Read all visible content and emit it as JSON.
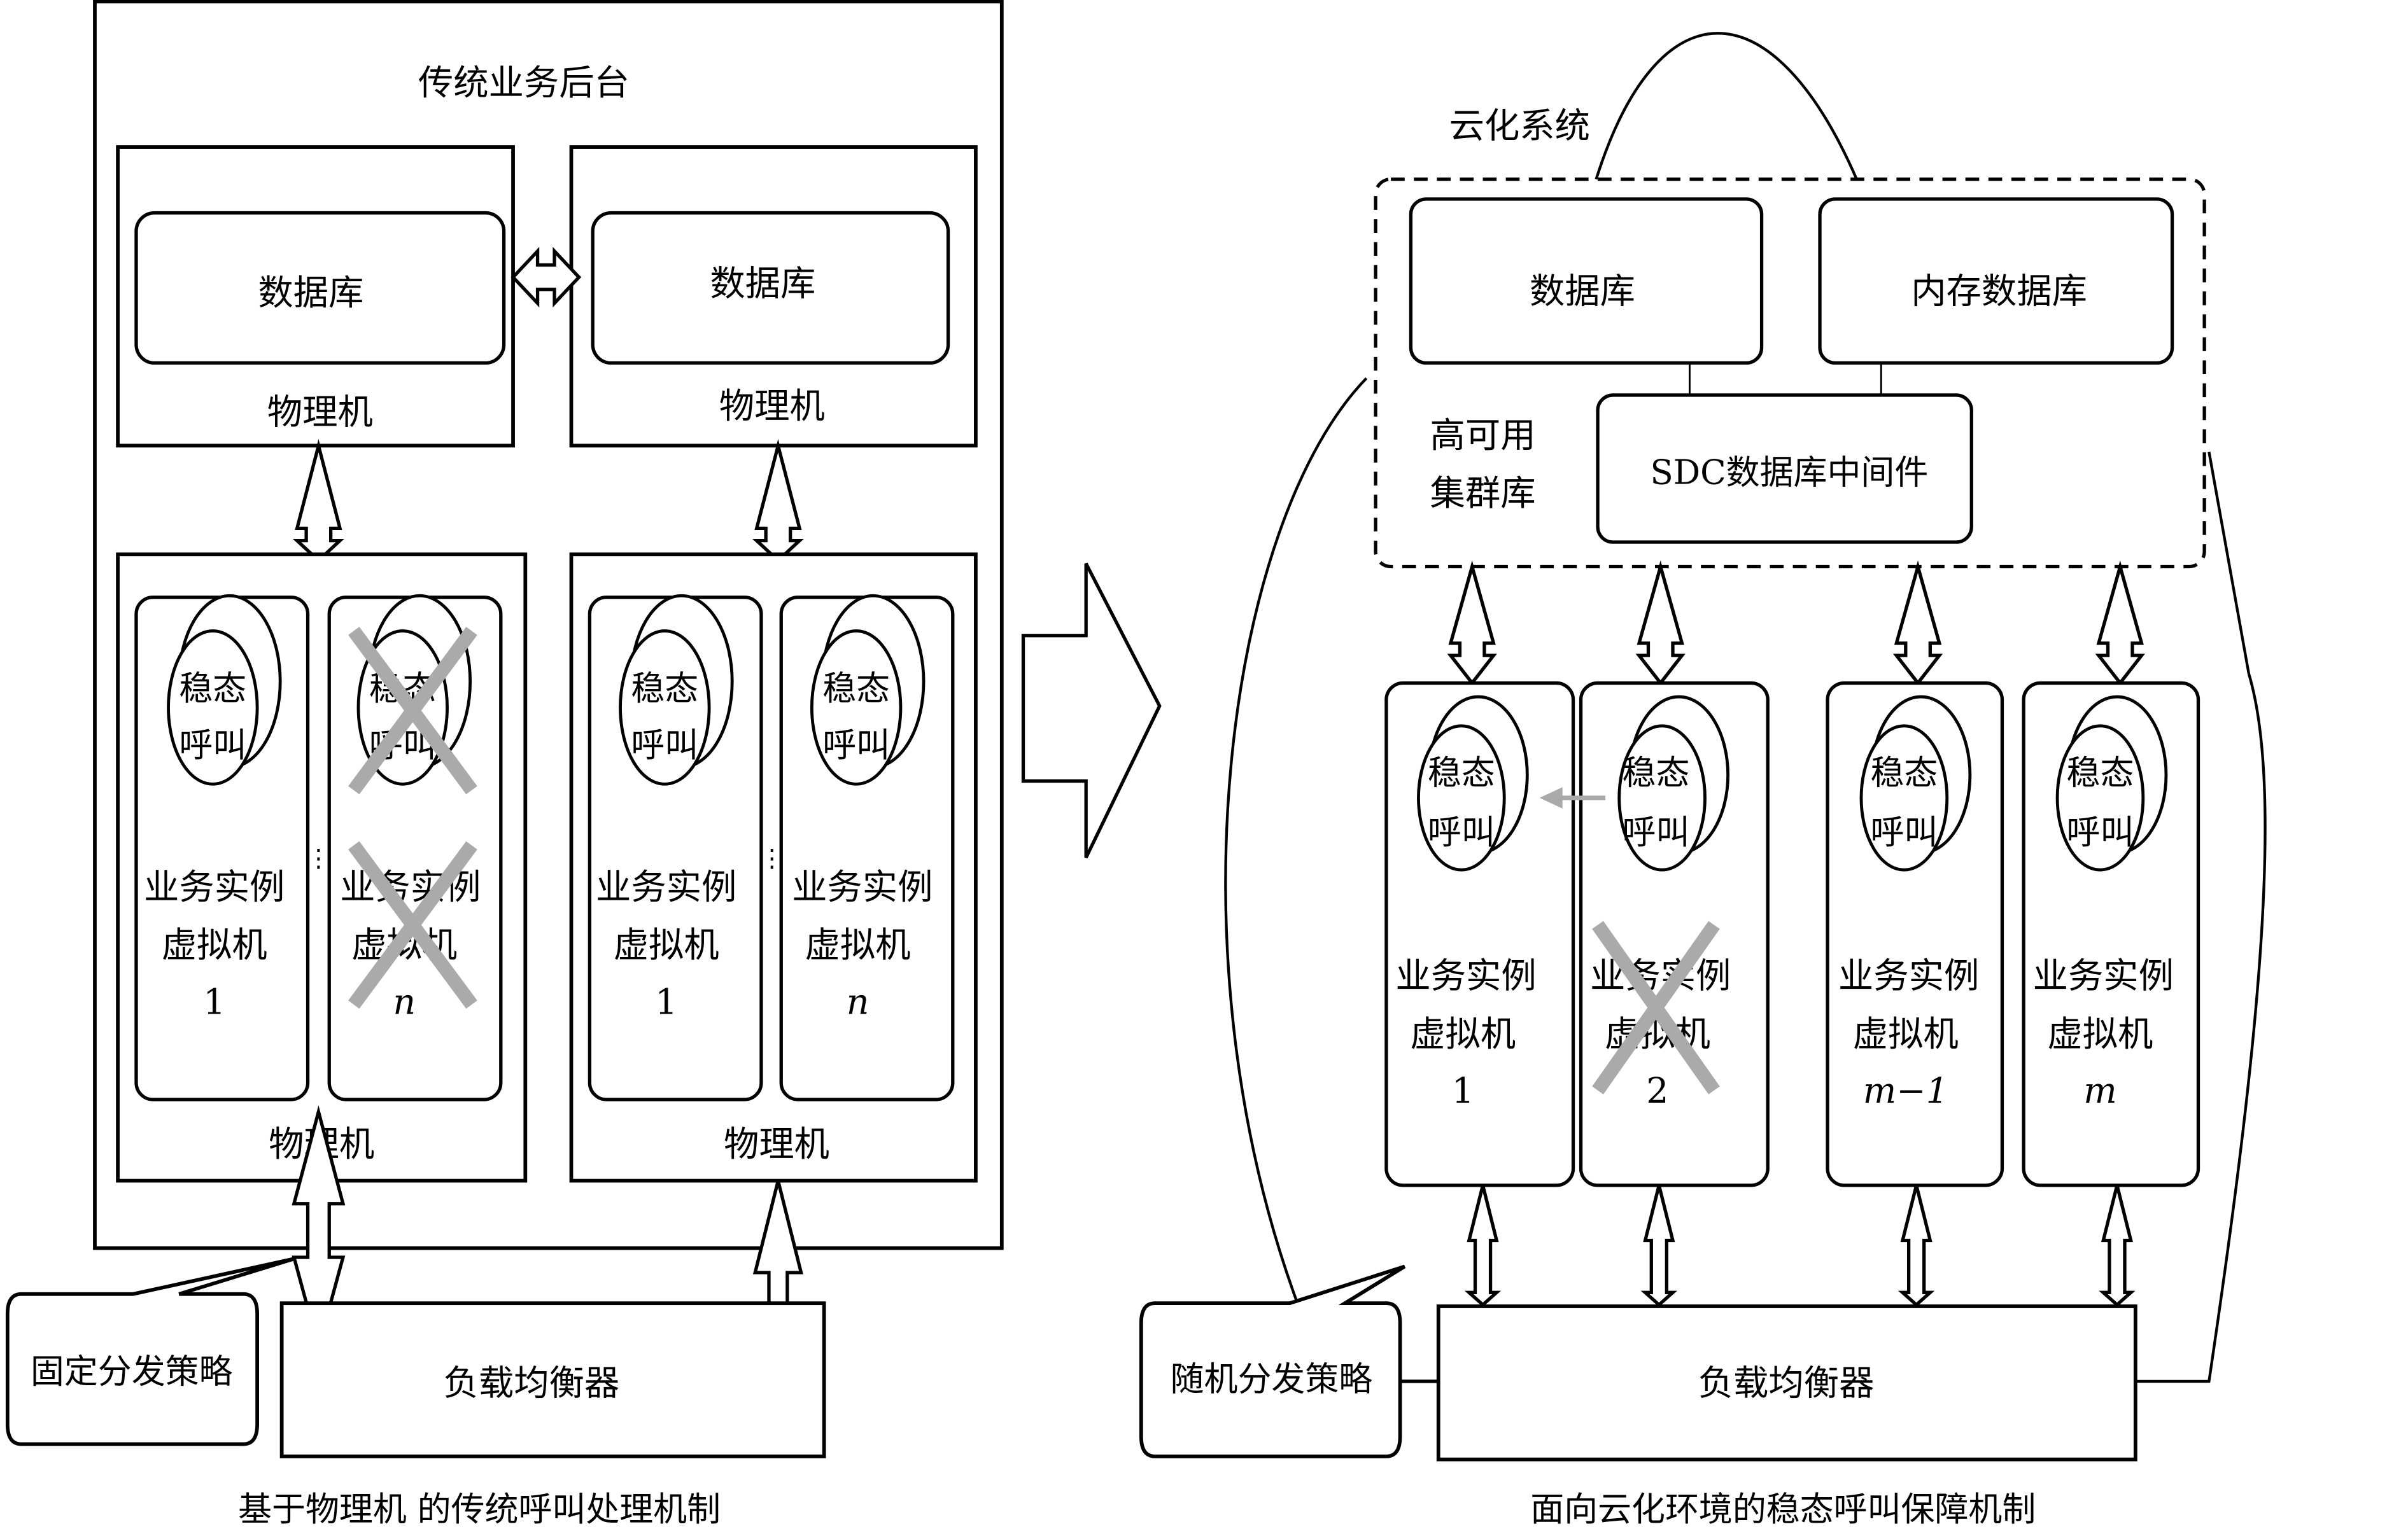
{
  "left": {
    "title": "传统业务后台",
    "physical_top": [
      {
        "db_label": "数据库",
        "machine_label": "物理机"
      },
      {
        "db_label": "数据库",
        "machine_label": "物理机"
      }
    ],
    "physical_bottom": [
      {
        "machine_label": "物理机",
        "vms": [
          {
            "call_line1": "稳态",
            "call_line2": "呼叫",
            "vm_line1": "业务实例",
            "vm_line2": "虚拟机",
            "index": "1",
            "failed_call": false,
            "failed_vm": false
          },
          {
            "call_line1": "稳态",
            "call_line2": "呼叫",
            "vm_line1": "业务实例",
            "vm_line2": "虚拟机",
            "index": "n",
            "failed_call": true,
            "failed_vm": true
          }
        ]
      },
      {
        "machine_label": "物理机",
        "vms": [
          {
            "call_line1": "稳态",
            "call_line2": "呼叫",
            "vm_line1": "业务实例",
            "vm_line2": "虚拟机",
            "index": "1",
            "failed_call": false,
            "failed_vm": false
          },
          {
            "call_line1": "稳态",
            "call_line2": "呼叫",
            "vm_line1": "业务实例",
            "vm_line2": "虚拟机",
            "index": "n",
            "failed_call": false,
            "failed_vm": false
          }
        ]
      }
    ],
    "ellipsis": "⋮",
    "policy_label": "固定分发策略",
    "load_balancer": "负载均衡器",
    "caption": "基于物理机 的传统呼叫处理机制"
  },
  "right": {
    "title": "云化系统",
    "database": "数据库",
    "memory_db": "内存数据库",
    "cluster_line1": "高可用",
    "cluster_line2": "集群库",
    "middleware": "SDC数据库中间件",
    "vms": [
      {
        "call_line1": "稳态",
        "call_line2": "呼叫",
        "vm_line1": "业务实例",
        "vm_line2": "虚拟机",
        "index": "1",
        "failed_vm": false
      },
      {
        "call_line1": "稳态",
        "call_line2": "呼叫",
        "vm_line1": "业务实例",
        "vm_line2": "虚拟机",
        "index": "2",
        "failed_vm": true
      },
      {
        "call_line1": "稳态",
        "call_line2": "呼叫",
        "vm_line1": "业务实例",
        "vm_line2": "虚拟机",
        "index": "m−1",
        "failed_vm": false
      },
      {
        "call_line1": "稳态",
        "call_line2": "呼叫",
        "vm_line1": "业务实例",
        "vm_line2": "虚拟机",
        "index": "m",
        "failed_vm": false
      }
    ],
    "policy_label": "随机分发策略",
    "load_balancer": "负载均衡器",
    "caption": "面向云化环境的稳态呼叫保障机制"
  },
  "colors": {
    "failure_mark": "#aaaaaa",
    "migration_arrow": "#aaaaaa"
  }
}
